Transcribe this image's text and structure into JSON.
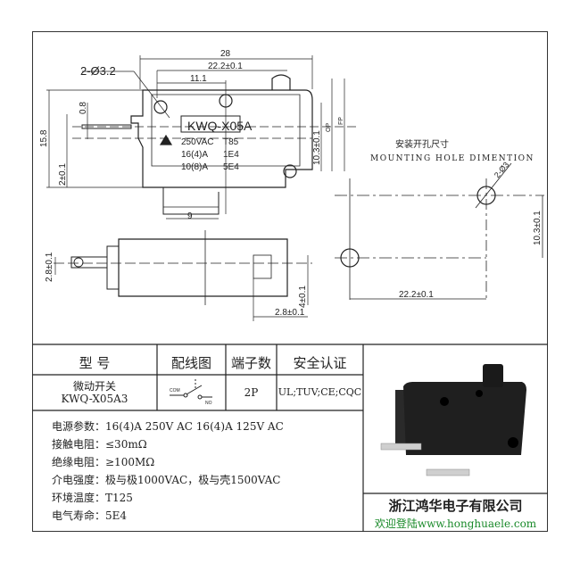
{
  "drawing": {
    "model_label": "KWQ-X05A",
    "label_lines": [
      [
        "250VAC",
        "T85"
      ],
      [
        "16(4)A",
        "1E4"
      ],
      [
        "10(8)A",
        "5E4"
      ]
    ],
    "hole_callout": "2-Ø3.2",
    "dims": {
      "overall_length": "28",
      "hole_spacing": "22.2±0.1",
      "half_spacing": "11.1",
      "height": "15.8",
      "pin_thickness": "0.8",
      "pin_offset": "2±0.1",
      "vertical_spacing": "10.3±0.1",
      "op": "OP",
      "fp": "FP",
      "terminal": "9",
      "terminal_width": "2.8±0.1",
      "terminal_offset": "4±0.1",
      "terminal_width_2": "2.8±0.1"
    },
    "mounting_title_cn": "安装开孔尺寸",
    "mounting_title_en": "MOUNTING HOLE DIMENTION",
    "mounting_callout": "2-Ø3",
    "mounting_v": "10.3±0.1",
    "mounting_h": "22.2±0.1"
  },
  "table": {
    "headers": [
      "型 号",
      "配线图",
      "端子数",
      "安全认证"
    ],
    "model_cn": "微动开关",
    "model": "KWQ-X05A3",
    "wiring_com": "COM",
    "wiring_no": "NO",
    "terminals": "2P",
    "certs": "UL;TUV;CE;CQC"
  },
  "specs": [
    "电源参数：16(4)A 250V AC  16(4)A 125V AC",
    "接触电阻：≤30mΩ",
    "绝缘电阻：≥100MΩ",
    "介电强度：极与极1000VAC，极与壳1500VAC",
    "环境温度：T125",
    "电气寿命：5E4"
  ],
  "company": {
    "name": "浙江鸿华电子有限公司",
    "welcome": "欢迎登陆",
    "url": "www.honghuaele.com",
    "url_color": "#1a8a2a"
  }
}
